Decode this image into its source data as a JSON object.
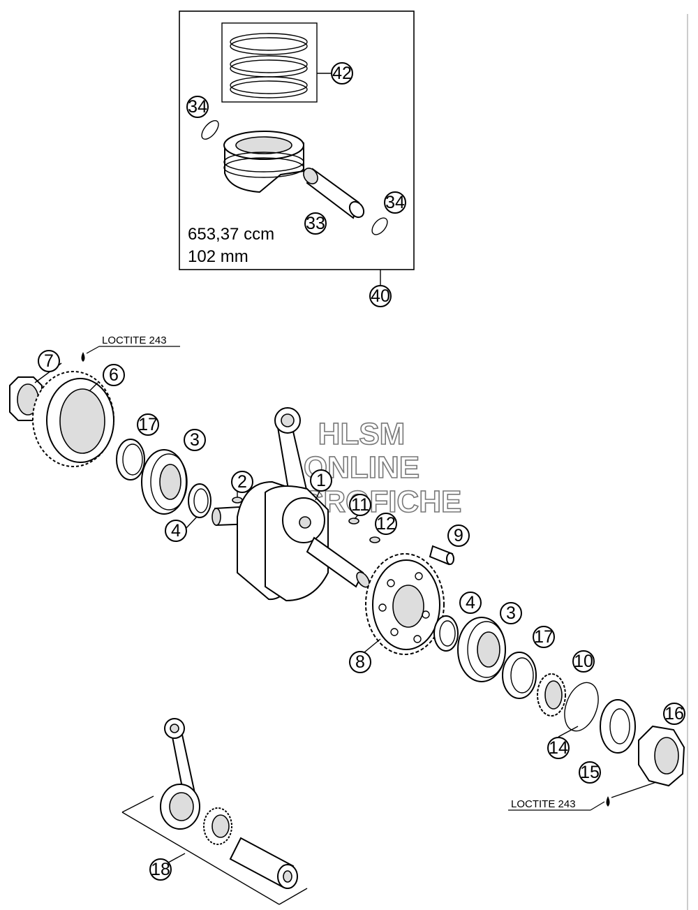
{
  "piston_kit": {
    "displacement": "653,37 ccm",
    "bore": "102 mm"
  },
  "notes": {
    "loctite_top": "LOCTITE 243",
    "loctite_bottom": "LOCTITE 243"
  },
  "watermark": {
    "line1": "HLSM",
    "line2": "ONLINE",
    "line3": "MICROFICHE"
  },
  "callouts": {
    "c42": "42",
    "c34a": "34",
    "c34b": "34",
    "c33": "33",
    "c40": "40",
    "c7": "7",
    "c6": "6",
    "c17a": "17",
    "c3a": "3",
    "c4a": "4",
    "c2": "2",
    "c1": "1",
    "c11": "11",
    "c12": "12",
    "c9": "9",
    "c8": "8",
    "c4b": "4",
    "c3b": "3",
    "c17b": "17",
    "c10": "10",
    "c16": "16",
    "c14": "14",
    "c15": "15",
    "c18": "18"
  }
}
